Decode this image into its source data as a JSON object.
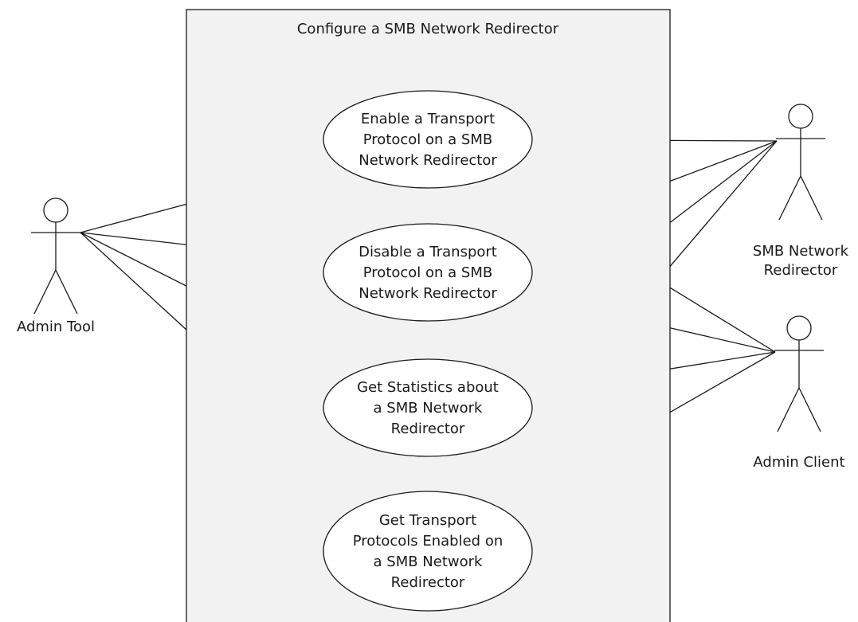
{
  "system": {
    "title": "Configure a SMB Network Redirector",
    "fill": "#f2f2f2"
  },
  "actors": [
    {
      "id": "admin-tool",
      "label": [
        "Admin Tool"
      ]
    },
    {
      "id": "smb-network-redirector",
      "label": [
        "SMB Network",
        "Redirector"
      ]
    },
    {
      "id": "admin-client",
      "label": [
        "Admin Client"
      ]
    }
  ],
  "use_cases": [
    {
      "id": "enable-transport",
      "label": [
        "Enable a Transport",
        "Protocol on a SMB",
        "Network Redirector"
      ]
    },
    {
      "id": "disable-transport",
      "label": [
        "Disable a Transport",
        "Protocol on a SMB",
        "Network Redirector"
      ]
    },
    {
      "id": "get-statistics",
      "label": [
        "Get Statistics about",
        "a SMB Network",
        "Redirector"
      ]
    },
    {
      "id": "get-enabled-protocols",
      "label": [
        "Get Transport",
        "Protocols Enabled on",
        "a SMB Network",
        "Redirector"
      ]
    }
  ],
  "associations": [
    [
      "admin-tool",
      "enable-transport"
    ],
    [
      "admin-tool",
      "disable-transport"
    ],
    [
      "admin-tool",
      "get-statistics"
    ],
    [
      "admin-tool",
      "get-enabled-protocols"
    ],
    [
      "smb-network-redirector",
      "enable-transport"
    ],
    [
      "smb-network-redirector",
      "disable-transport"
    ],
    [
      "smb-network-redirector",
      "get-statistics"
    ],
    [
      "smb-network-redirector",
      "get-enabled-protocols"
    ],
    [
      "admin-client",
      "enable-transport"
    ],
    [
      "admin-client",
      "disable-transport"
    ],
    [
      "admin-client",
      "get-statistics"
    ],
    [
      "admin-client",
      "get-enabled-protocols"
    ]
  ],
  "colors": {
    "stroke": "#1a1a1a",
    "use_case_fill": "#ffffff",
    "background": "#ffffff"
  }
}
